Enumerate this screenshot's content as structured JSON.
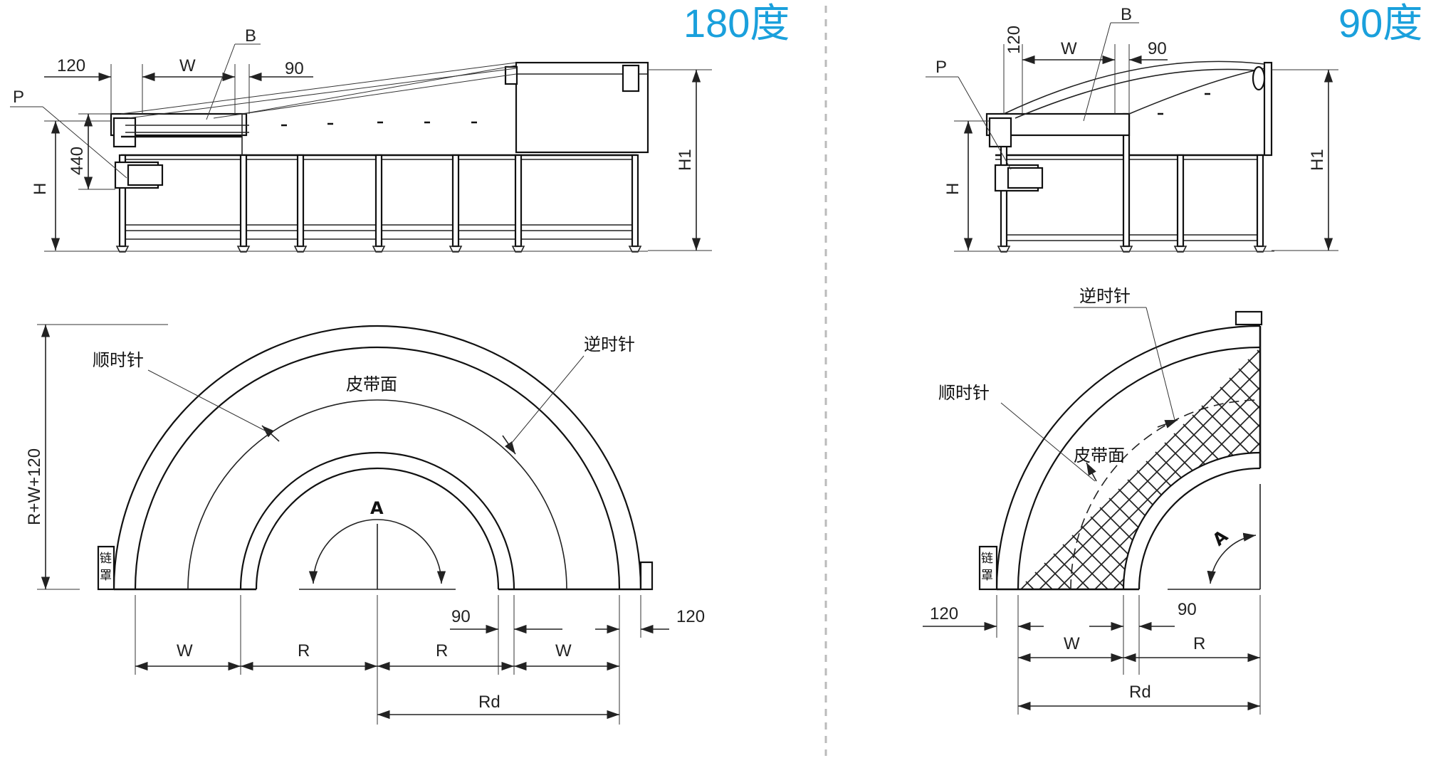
{
  "titles": {
    "left": "180度",
    "right": "90度"
  },
  "labels": {
    "P": "P",
    "B": "B",
    "W": "W",
    "R": "R",
    "H": "H",
    "H1": "H1",
    "A": "A",
    "Rd": "Rd",
    "v120": "120",
    "v90": "90",
    "v440": "440",
    "rwsum": "R+W+120",
    "clockwise": "顺时针",
    "counterclockwise": "逆时针",
    "belt_surface": "皮带面",
    "chain_guard": "链罩"
  },
  "colors": {
    "title": "#1aa0dc",
    "line": "#222222",
    "divider": "#bbbbbb"
  }
}
